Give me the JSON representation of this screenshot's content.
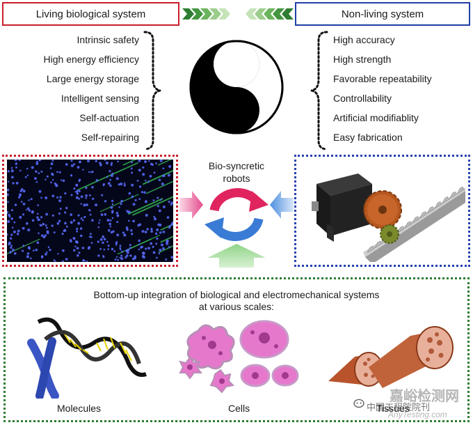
{
  "headers": {
    "left": "Living biological system",
    "right": "Non-living system"
  },
  "left_properties": [
    "Intrinsic safety",
    "High energy efficiency",
    "Large energy storage",
    "Intelligent sensing",
    "Self-actuation",
    "Self-repairing"
  ],
  "right_properties": [
    "High accuracy",
    "High strength",
    "Favorable repeatability",
    "Controllability",
    "Artificial modifiablity",
    "Easy fabrication"
  ],
  "center": {
    "title_line1": "Bio-syncretic",
    "title_line2": "robots"
  },
  "bottom": {
    "title_line1": "Bottom-up integration of biological and electromechanical systems",
    "title_line2": "at various scales:",
    "captions": {
      "molecules": "Molecules",
      "cells": "Cells",
      "tissues": "Tissues"
    }
  },
  "watermark": {
    "line1": "嘉峪检测网",
    "line2": "中国工程院院刊",
    "line3": "AnyTesting.com"
  },
  "colors": {
    "living_red": "#c81e2a",
    "nonliving_blue": "#1e3fa6",
    "bottom_green": "#2e7d32",
    "cycle_red": "#e0245e",
    "cycle_blue": "#3a7bd5",
    "arrow_pink": "#f2a6c8",
    "arrow_lightblue": "#a8c8ee",
    "arrow_lightgreen": "#a8dca0"
  }
}
